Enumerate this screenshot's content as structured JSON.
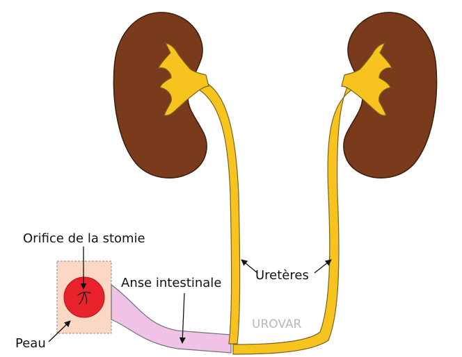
{
  "labels": {
    "stoma_orifice": "Orifice de la stomie",
    "intestinal_loop": "Anse intestinale",
    "ureters": "Uretères",
    "skin": "Peau"
  },
  "watermark": "UROVAR",
  "colors": {
    "kidney": "#7a3b1c",
    "kidney_outline": "#3a1c0c",
    "urinary_tract": "#f7c31e",
    "urinary_outline": "#7a6020",
    "intestinal_loop": "#f0c3e6",
    "skin_patch": "#fbd8c4",
    "stoma": "#e8232b",
    "watermark": "#b8b8b8"
  }
}
